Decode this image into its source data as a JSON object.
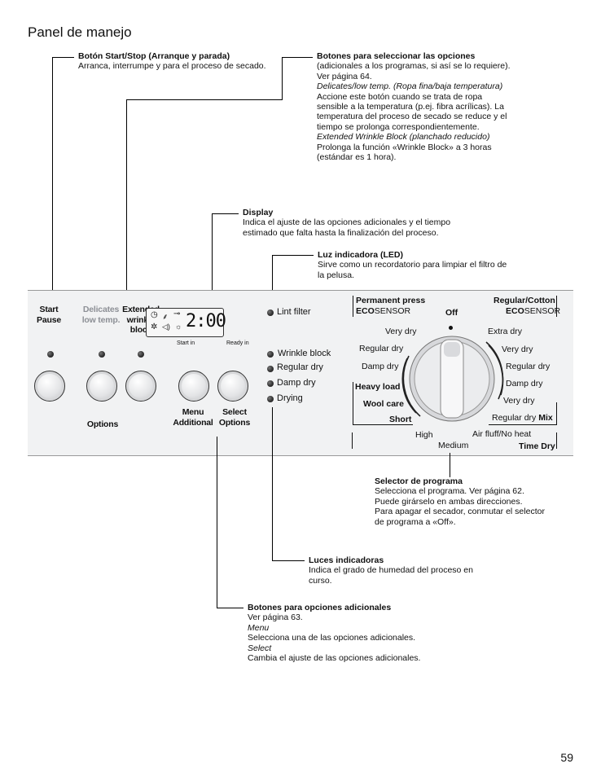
{
  "page_title": "Panel de manejo",
  "page_number": "59",
  "callouts": {
    "start_stop": {
      "title": "Botón Start/Stop (Arranque y parada)",
      "lines": [
        "Arranca, interrumpe y para el proceso de secado."
      ]
    },
    "options_buttons": {
      "title": "Botones para seleccionar las opciones",
      "lines": [
        "(adicionales a los programas, si así se lo requiere).",
        "Ver página 64."
      ],
      "item1_title": "Delicates/low temp. (Ropa fina/baja temperatura)",
      "item1_lines": [
        "Accione este botón cuando se trata de ropa",
        "sensible a la temperatura (p.ej. fibra acrílicas). La",
        "temperatura del proceso de secado se reduce y el",
        "tiempo se prolonga correspondientemente."
      ],
      "item2_title": "Extended Wrinkle Block (planchado reducido)",
      "item2_lines": [
        "Prolonga la función «Wrinkle Block» a 3 horas",
        "(estándar es 1 hora)."
      ]
    },
    "display": {
      "title": "Display",
      "lines": [
        "Indica el ajuste de las opciones adicionales y el tiempo",
        "estimado que falta hasta la finalización del proceso."
      ]
    },
    "led": {
      "title": "Luz indicadora (LED)",
      "lines": [
        "Sirve como un recordatorio para limpiar el filtro de",
        "la pelusa."
      ]
    },
    "program_selector": {
      "title": "Selector de programa",
      "lines": [
        "Selecciona el programa. Ver página 62.",
        "Puede girárselo en ambas direcciones.",
        "Para apagar el secador, conmutar el selector",
        "de programa a «Off»."
      ]
    },
    "indicator_lights": {
      "title": "Luces indicadoras",
      "lines": [
        "Indica el grado de humedad del proceso en",
        "curso."
      ]
    },
    "additional_options": {
      "title": "Botones para opciones adicionales",
      "lines": [
        "Ver página 63."
      ],
      "menu_title": "Menu",
      "menu_line": "Selecciona una de las opciones adicionales.",
      "select_title": "Select",
      "select_line": "Cambia el ajuste de las opciones adicionales."
    }
  },
  "panel": {
    "start_pause": [
      "Start",
      "Pause"
    ],
    "delicates": [
      "Delicates",
      "low temp."
    ],
    "extended": [
      "Extended",
      "wrinkle",
      "block"
    ],
    "options_label": "Options",
    "menu": [
      "Menu",
      "Additional"
    ],
    "select": [
      "Select",
      "Options"
    ],
    "display": {
      "digits": "2:00",
      "start_in": "Start in",
      "ready_in": "Ready in",
      "icon_glyphs": [
        "◷",
        "⸙",
        "⊸",
        "✲",
        "◁)",
        "☼"
      ]
    },
    "lint_filter": "Lint filter",
    "leds": [
      "Wrinkle block",
      "Regular dry",
      "Damp dry",
      "Drying"
    ],
    "dial": {
      "perm_press": "Permanent press",
      "eco_left_bold": "ECO",
      "eco_left_rest": "SENSOR",
      "regular_cotton": "Regular/Cotton",
      "eco_right_bold": "ECO",
      "eco_right_rest": "SENSOR",
      "off": "Off",
      "left": [
        "Very dry",
        "Regular dry",
        "Damp dry"
      ],
      "right": [
        "Extra dry",
        "Very dry",
        "Regular dry",
        "Damp dry",
        "Very dry"
      ],
      "heavy_load": "Heavy load",
      "wool_care": "Wool care",
      "short": "Short",
      "high": "High",
      "medium": "Medium",
      "regular_dry_mix": "Regular dry",
      "mix": "Mix",
      "air_fluff": "Air fluff/No heat",
      "time_dry": "Time Dry"
    }
  }
}
